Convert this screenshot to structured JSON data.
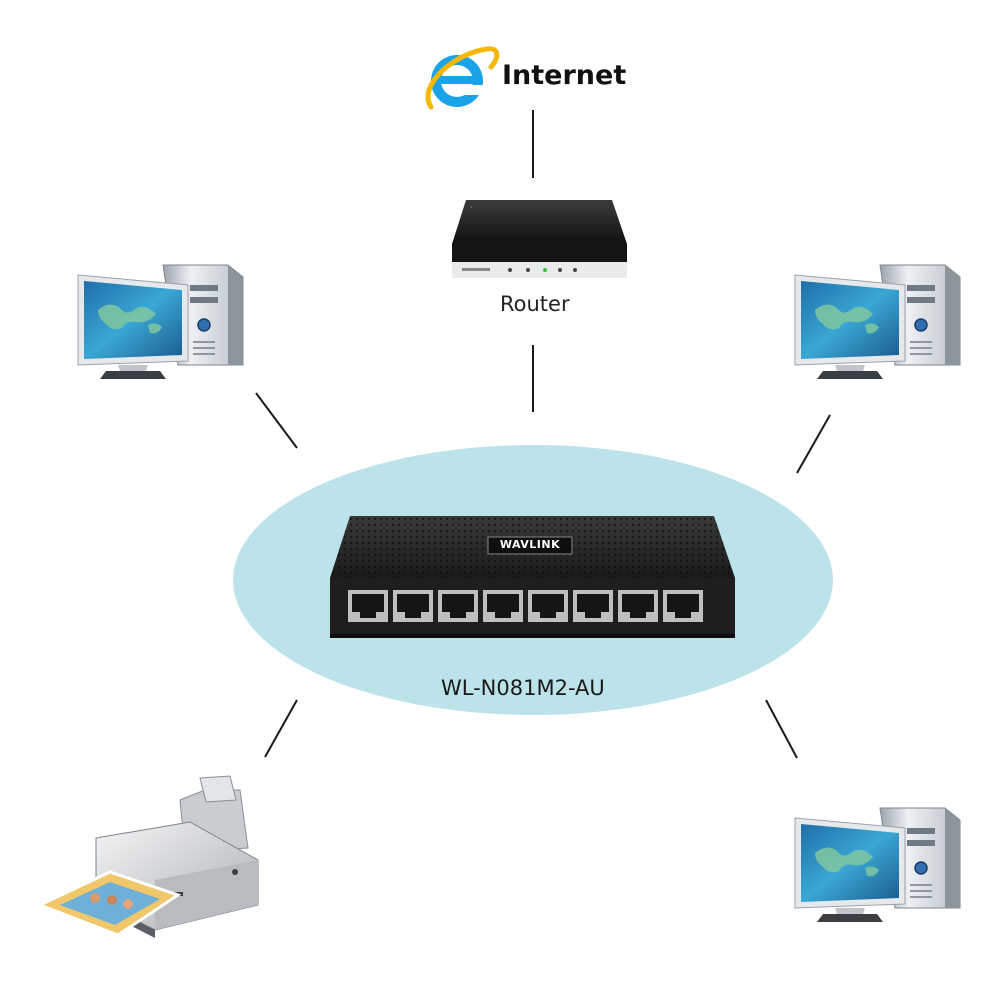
{
  "internet": {
    "label": "Internet",
    "icon": "internet-explorer-icon"
  },
  "router": {
    "label": "Router"
  },
  "switch": {
    "model": "WL-N081M2-AU",
    "brand_text": "WAVLINK",
    "port_count": 8
  },
  "devices": {
    "computers": [
      "top-left",
      "top-right",
      "bottom-right"
    ],
    "printer": "bottom-left"
  },
  "colors": {
    "ellipse": "#bde3ea",
    "ie_blue": "#1aa3e8",
    "link_line": "#1a1a1a",
    "device_dark": "#1c1c1c",
    "case_silver": "#d6dbe0",
    "monitor_screen": "#2f8fbf"
  }
}
